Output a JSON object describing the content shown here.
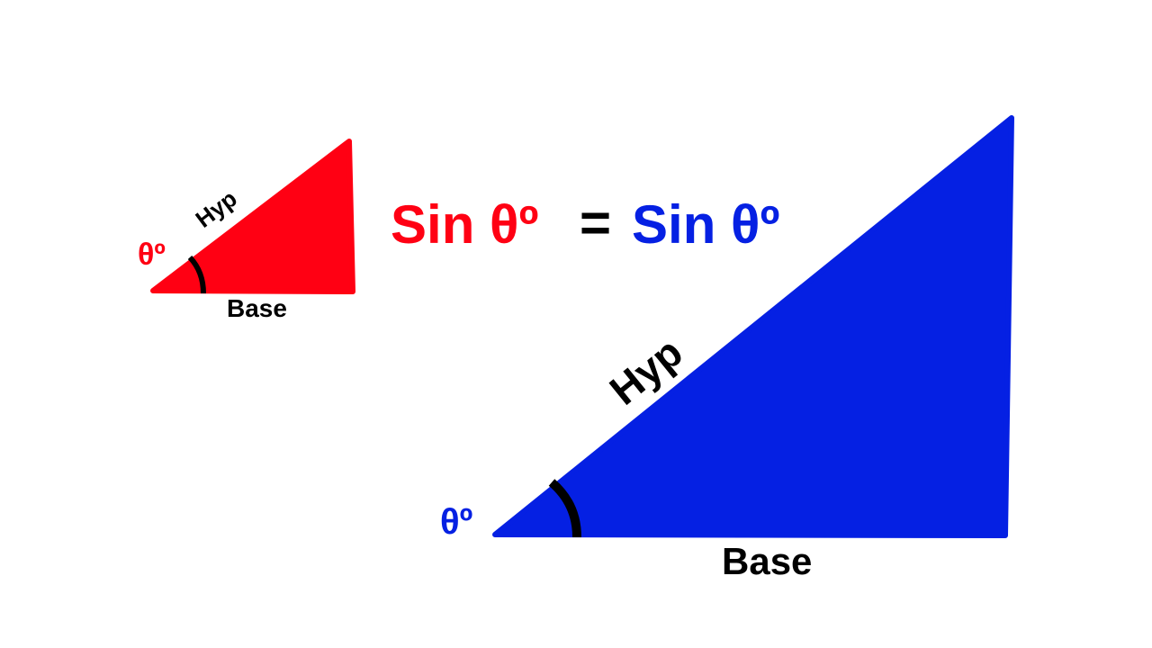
{
  "small_triangle": {
    "color": "#ff0013",
    "angle_label": "θº",
    "hyp_label": "Hyp",
    "base_label": "Base"
  },
  "large_triangle": {
    "color": "#0520e3",
    "angle_label": "θº",
    "hyp_label": "Hyp",
    "base_label": "Base"
  },
  "equation": {
    "left": "Sin θº",
    "equals": "=",
    "right": "Sin θº",
    "left_color": "#ff0013",
    "right_color": "#0520e3",
    "equals_color": "#000000"
  },
  "arc_color": "#000000",
  "label_color": "#000000"
}
